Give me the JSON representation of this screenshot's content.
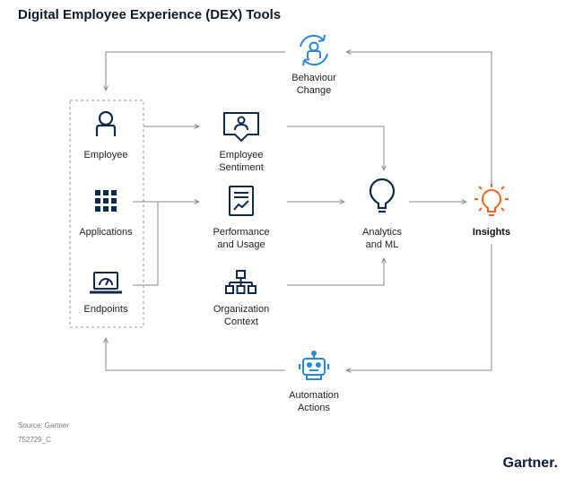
{
  "title": "Digital Employee Experience (DEX) Tools",
  "nodes": {
    "behaviour": [
      "Behaviour",
      "Change"
    ],
    "employee": "Employee",
    "applications": "Applications",
    "endpoints": "Endpoints",
    "sentiment": [
      "Employee",
      "Sentiment"
    ],
    "performance": [
      "Performance",
      "and Usage"
    ],
    "organization": [
      "Organization",
      "Context"
    ],
    "analytics": [
      "Analytics",
      "and ML"
    ],
    "insights": "Insights",
    "automation": [
      "Automation",
      "Actions"
    ]
  },
  "footer": {
    "source": "Source: Gartner",
    "code": "752729_C"
  },
  "brand": "Gartner",
  "colors": {
    "navy": "#0f2a4a",
    "accent_blue": "#2b88d8",
    "orange": "#f26522",
    "arrow": "#8a8a8a"
  }
}
